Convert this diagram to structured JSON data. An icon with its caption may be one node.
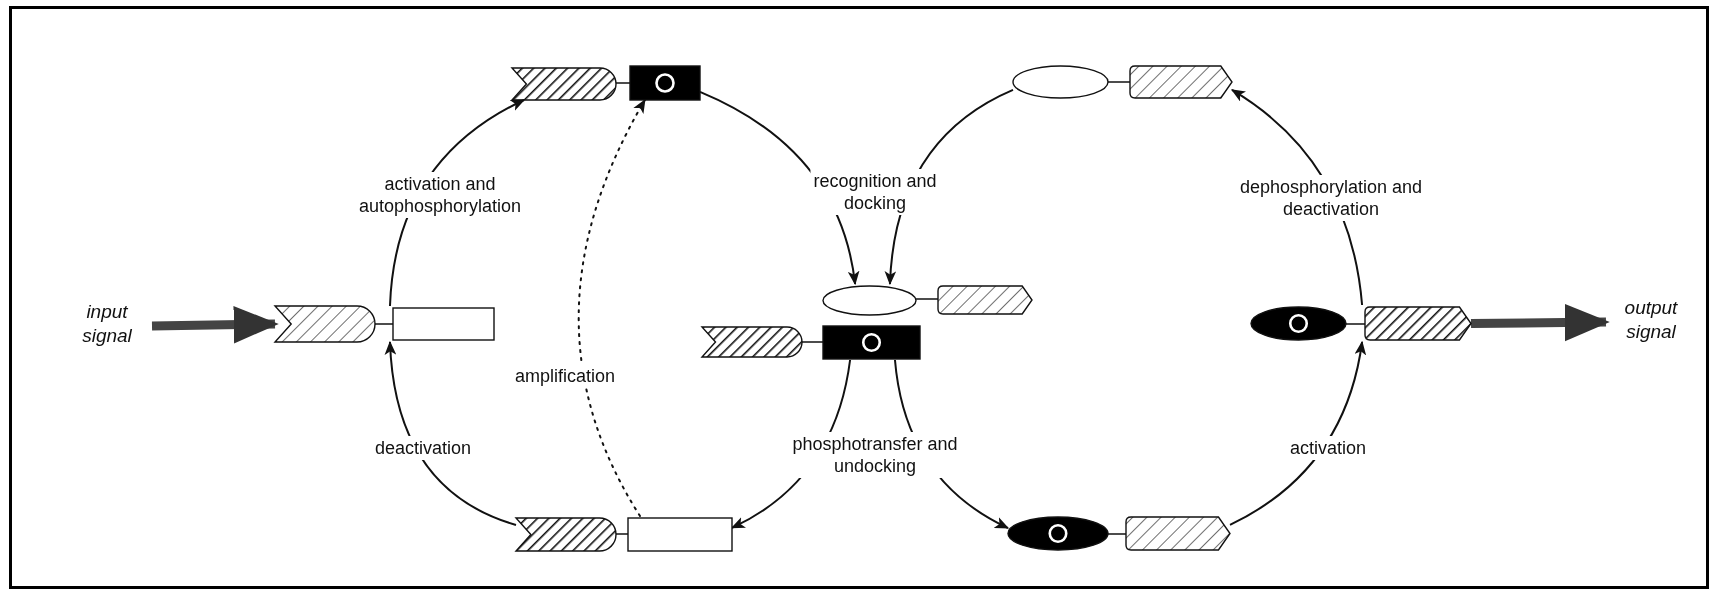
{
  "diagram": {
    "nodes": [
      {
        "text": [
          "input signal"
        ]
      },
      {
        "text": [],
        "shape": "box"
      },
      {
        "text": [],
        "shape": "box"
      },
      {
        "text": [],
        "shape": "box"
      },
      {
        "text": [],
        "shape": "box"
      },
      {
        "text": [],
        "shape": "box"
      },
      {
        "text": [],
        "shape": "box"
      },
      {
        "text": [],
        "shape": "box"
      },
      {
        "text": [
          "output signal"
        ]
      }
    ],
    "edges": [
      {
        "from": 0,
        "to": 1,
        "arrow": "to",
        "style": "thick"
      },
      {
        "from": 1,
        "to": 2,
        "arrow": "to",
        "label": "activation and autophosphorylation"
      },
      {
        "from": 2,
        "to": 4,
        "arrow": "to",
        "label": "recognition and docking"
      },
      {
        "from": 3,
        "to": 4,
        "arrow": "to"
      },
      {
        "from": 4,
        "to": 5,
        "arrow": "to",
        "label": "phosphotransfer and undocking"
      },
      {
        "from": 4,
        "to": 6,
        "arrow": "to"
      },
      {
        "from": 5,
        "to": 1,
        "arrow": "to",
        "label": "deactivation"
      },
      {
        "from": 5,
        "to": 2,
        "arrow": "to",
        "style": "dashed",
        "label": "amplification"
      },
      {
        "from": 6,
        "to": 7,
        "arrow": "to",
        "label": "activation"
      },
      {
        "from": 7,
        "to": 3,
        "arrow": "to",
        "label": "dephosphorylation and deactivation"
      },
      {
        "from": 7,
        "to": 8,
        "arrow": "to",
        "style": "thick"
      }
    ]
  }
}
